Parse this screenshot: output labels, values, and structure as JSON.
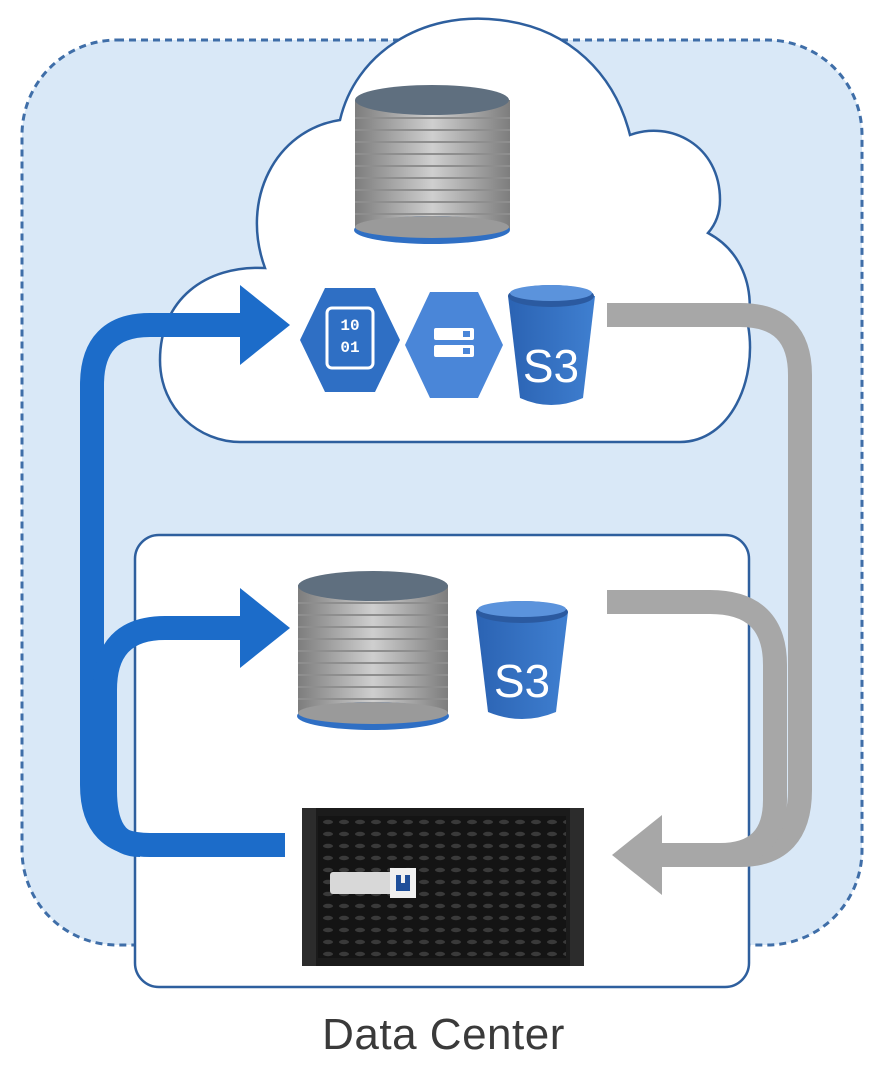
{
  "diagram": {
    "caption": "Data Center",
    "cloud_icons": {
      "binary_file_text_top": "10",
      "binary_file_text_bottom": "01",
      "s3_label": "S3"
    },
    "datacenter_icons": {
      "s3_label": "S3"
    },
    "colors": {
      "backdrop_fill": "#d9e8f7",
      "backdrop_border": "#3f6ea8",
      "cloud_fill": "#ffffff",
      "cloud_border": "#2e5f9e",
      "datacenter_border": "#2e5f9e",
      "blue_arrow": "#1c6cc9",
      "gray_arrow": "#a7a7a7",
      "icon_blue": "#2f6fc4",
      "icon_blue_light": "#4a86d8",
      "database_gray": "#9a9a9a",
      "database_top": "#5f6f7f",
      "server_dark": "#1b1b1b"
    }
  }
}
